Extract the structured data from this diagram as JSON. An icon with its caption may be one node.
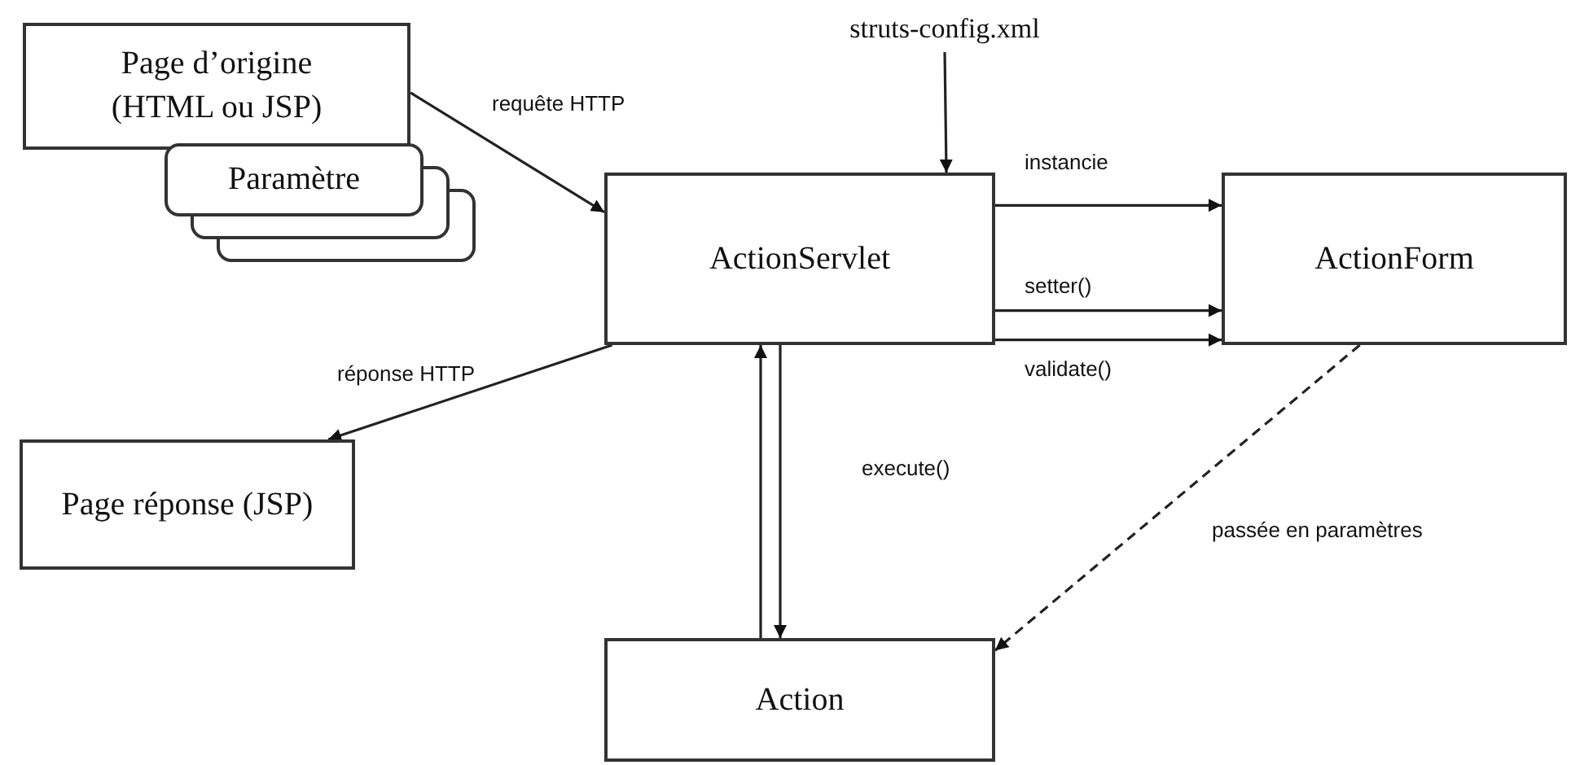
{
  "diagram": {
    "nodes": [
      {
        "text": [
          "Page d’origine (HTML ou JSP)"
        ]
      },
      {
        "text": [
          "Paramètre"
        ]
      },
      {
        "text": [
          "struts-config.xml"
        ]
      },
      {
        "text": [
          "ActionServlet"
        ]
      },
      {
        "text": [
          "ActionForm"
        ]
      },
      {
        "text": [
          "Page réponse (JSP)"
        ]
      },
      {
        "text": [
          "Action"
        ]
      }
    ],
    "edges": [
      {
        "from": 0,
        "to": 3,
        "arrow": "to",
        "label": "requête HTTP"
      },
      {
        "from": 2,
        "to": 3,
        "arrow": "to"
      },
      {
        "from": 3,
        "to": 4,
        "arrow": "to",
        "label": "instancie"
      },
      {
        "from": 3,
        "to": 4,
        "arrow": "to",
        "label": "setter()"
      },
      {
        "from": 3,
        "to": 4,
        "arrow": "to",
        "label": "validate()"
      },
      {
        "from": 3,
        "to": 5,
        "arrow": "to",
        "label": "réponse HTTP"
      },
      {
        "from": 6,
        "to": 3,
        "arrow": "to"
      },
      {
        "from": 3,
        "to": 6,
        "arrow": "to",
        "label": "execute()"
      },
      {
        "from": 4,
        "to": 6,
        "arrow": "to",
        "label": "passée en paramètres",
        "style": "dashed"
      }
    ]
  }
}
